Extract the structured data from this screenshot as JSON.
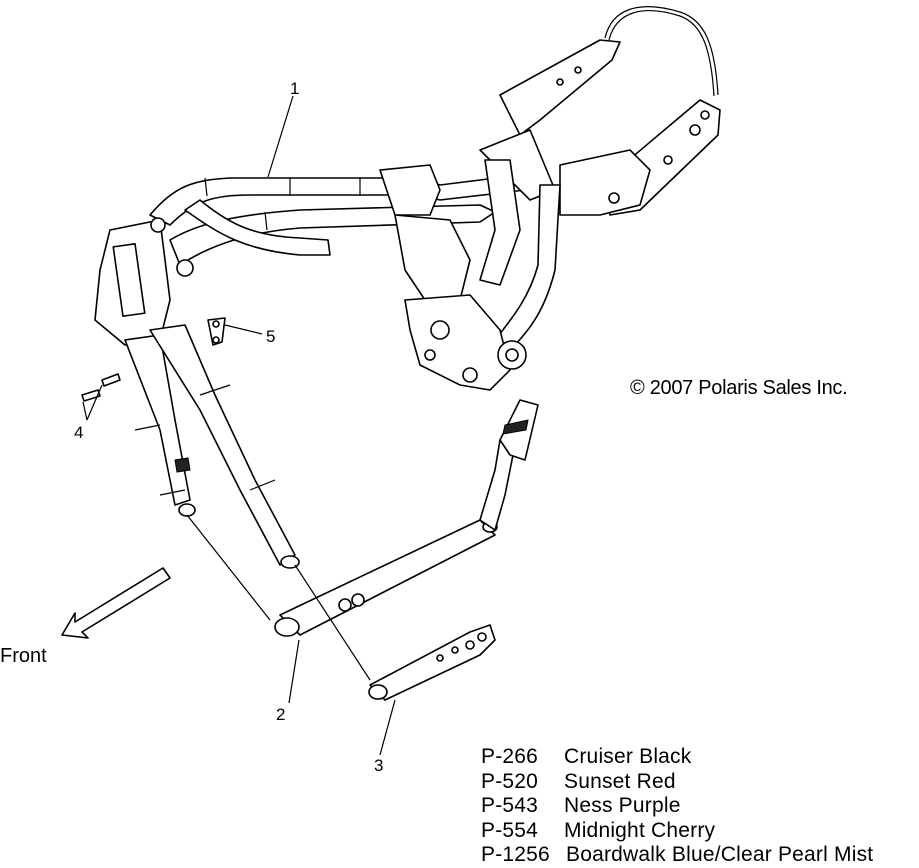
{
  "callouts": {
    "c1": "1",
    "c2": "2",
    "c3": "3",
    "c4": "4",
    "c5": "5"
  },
  "copyright": "© 2007 Polaris Sales Inc.",
  "direction_label": "Front",
  "paint_options": [
    {
      "code": "P-266",
      "name": "Cruiser Black"
    },
    {
      "code": "P-520",
      "name": "Sunset Red"
    },
    {
      "code": "P-543",
      "name": "Ness Purple"
    },
    {
      "code": "P-554",
      "name": "Midnight Cherry"
    },
    {
      "code": "P-1256",
      "name": "Boardwalk Blue/Clear Pearl Mist"
    }
  ]
}
